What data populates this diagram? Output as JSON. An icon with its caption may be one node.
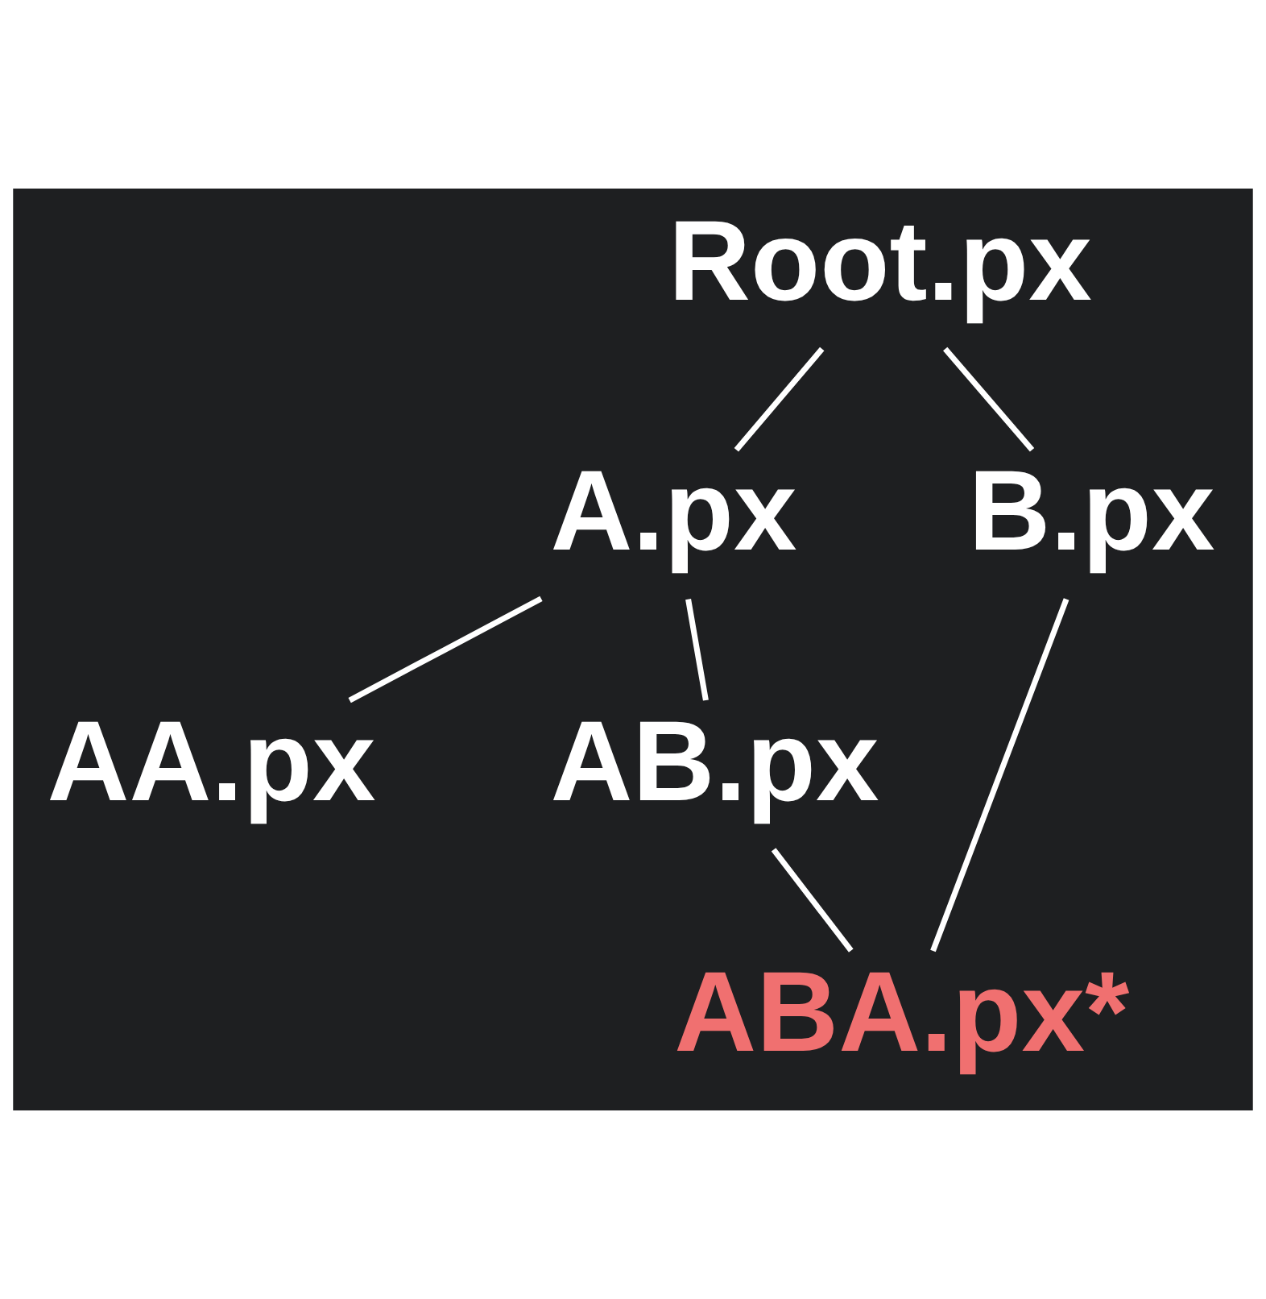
{
  "diagram": {
    "nodes": [
      {
        "text": [
          "Root.px"
        ]
      },
      {
        "text": [
          "A.px"
        ]
      },
      {
        "text": [
          "B.px"
        ]
      },
      {
        "text": [
          "AA.px"
        ]
      },
      {
        "text": [
          "AB.px"
        ]
      },
      {
        "text": [
          "ABA.px*"
        ]
      }
    ],
    "edges": [
      {
        "from": 0,
        "to": 1,
        "arrow": "none"
      },
      {
        "from": 0,
        "to": 2,
        "arrow": "none"
      },
      {
        "from": 1,
        "to": 3,
        "arrow": "none"
      },
      {
        "from": 1,
        "to": 4,
        "arrow": "none"
      },
      {
        "from": 4,
        "to": 5,
        "arrow": "none"
      },
      {
        "from": 2,
        "to": 5,
        "arrow": "none"
      }
    ]
  }
}
